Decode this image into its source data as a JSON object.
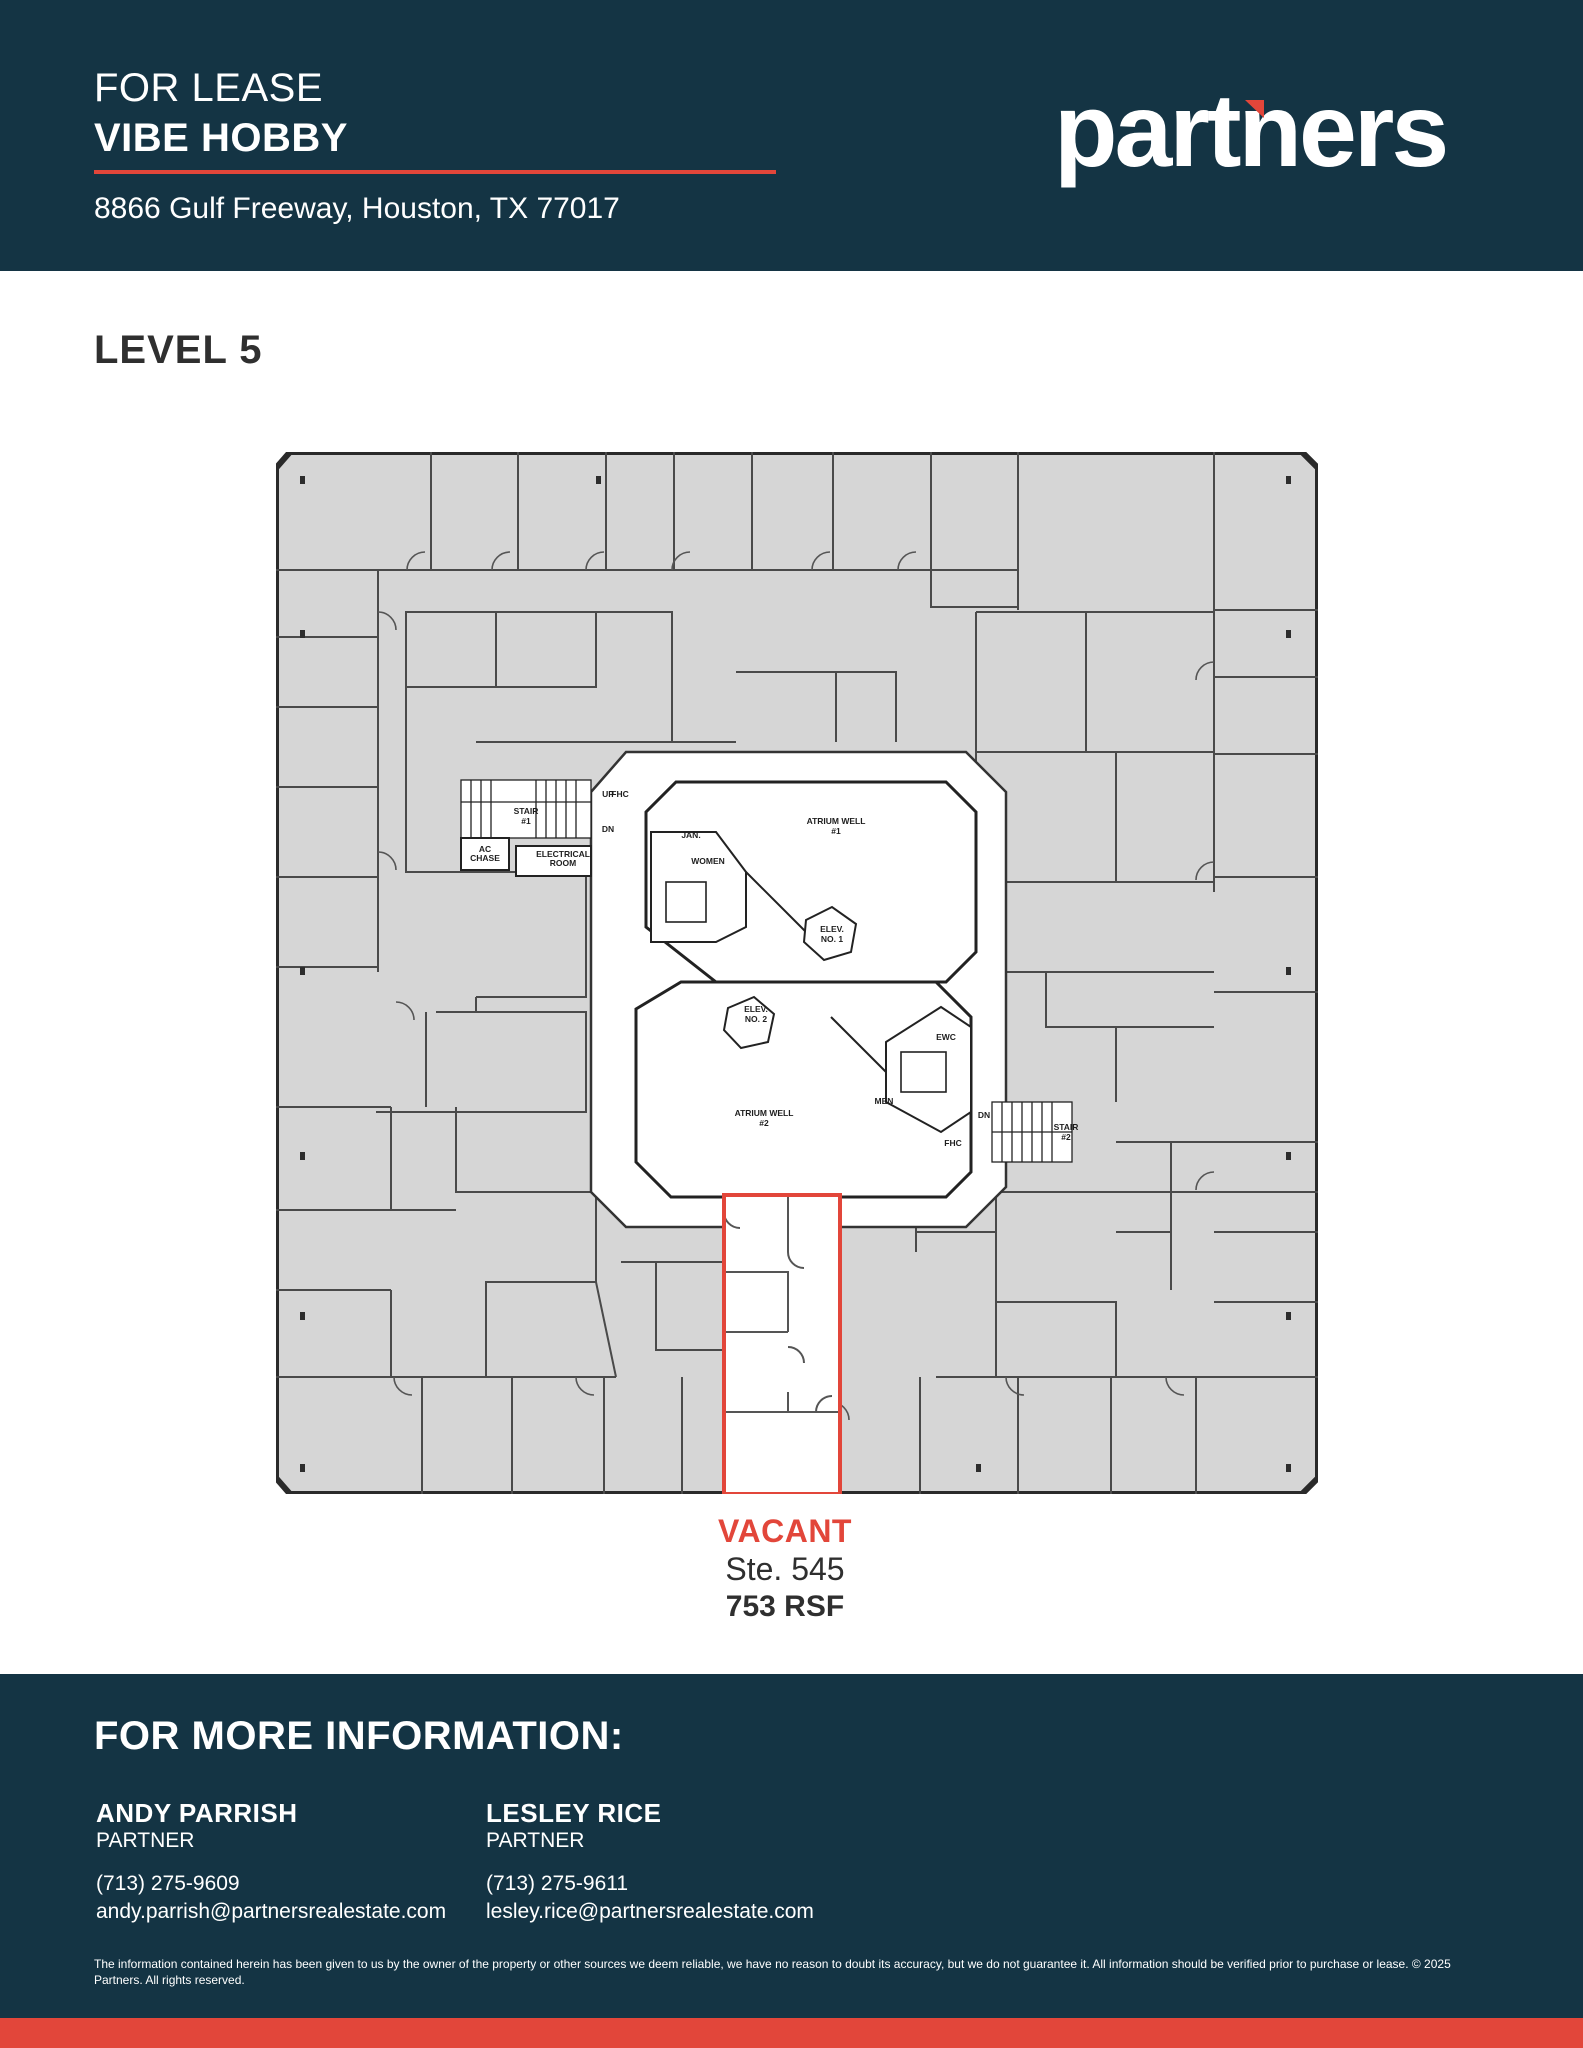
{
  "header": {
    "for_lease": "FOR LEASE",
    "property_name": "VIBE HOBBY",
    "address": "8866 Gulf Freeway, Houston, TX 77017",
    "logo_text": "partners"
  },
  "level_title": "LEVEL 5",
  "floorplan": {
    "labels": {
      "atrium1_a": "ATRIUM WELL",
      "atrium1_b": "#1",
      "atrium2_a": "ATRIUM WELL",
      "atrium2_b": "#2",
      "women": "WOMEN",
      "men": "MEN",
      "jan": "JAN.",
      "elev1_a": "ELEV.",
      "elev1_b": "NO. 1",
      "elev2_a": "ELEV.",
      "elev2_b": "NO. 2",
      "stair1_a": "STAIR",
      "stair1_b": "#1",
      "stair2_a": "STAIR",
      "stair2_b": "#2",
      "electrical_a": "ELECTRICAL",
      "electrical_b": "ROOM",
      "ac_a": "AC",
      "ac_b": "CHASE",
      "up": "UP",
      "dn1": "DN",
      "dn2": "DN",
      "fhc1": "FHC",
      "fhc2": "FHC",
      "ewc": "EWC"
    }
  },
  "callout": {
    "status": "VACANT",
    "suite": "Ste. 545",
    "size": "753 RSF"
  },
  "footer": {
    "heading": "FOR MORE INFORMATION:",
    "contacts": [
      {
        "name": "ANDY PARRISH",
        "title": "PARTNER",
        "phone": "(713) 275-9609",
        "email": "andy.parrish@partnersrealestate.com"
      },
      {
        "name": "LESLEY RICE",
        "title": "PARTNER",
        "phone": "(713) 275-9611",
        "email": "lesley.rice@partnersrealestate.com"
      }
    ],
    "disclaimer": "The information contained herein has been given to us by the owner of the property or other sources we deem reliable, we have no reason to doubt its accuracy, but we do not guarantee it. All information should be verified prior to purchase or lease. © 2025 Partners. All rights reserved."
  },
  "colors": {
    "navy": "#143444",
    "accent_red": "#e2463a",
    "floor_gray": "#d6d6d6",
    "wall": "#333333"
  }
}
